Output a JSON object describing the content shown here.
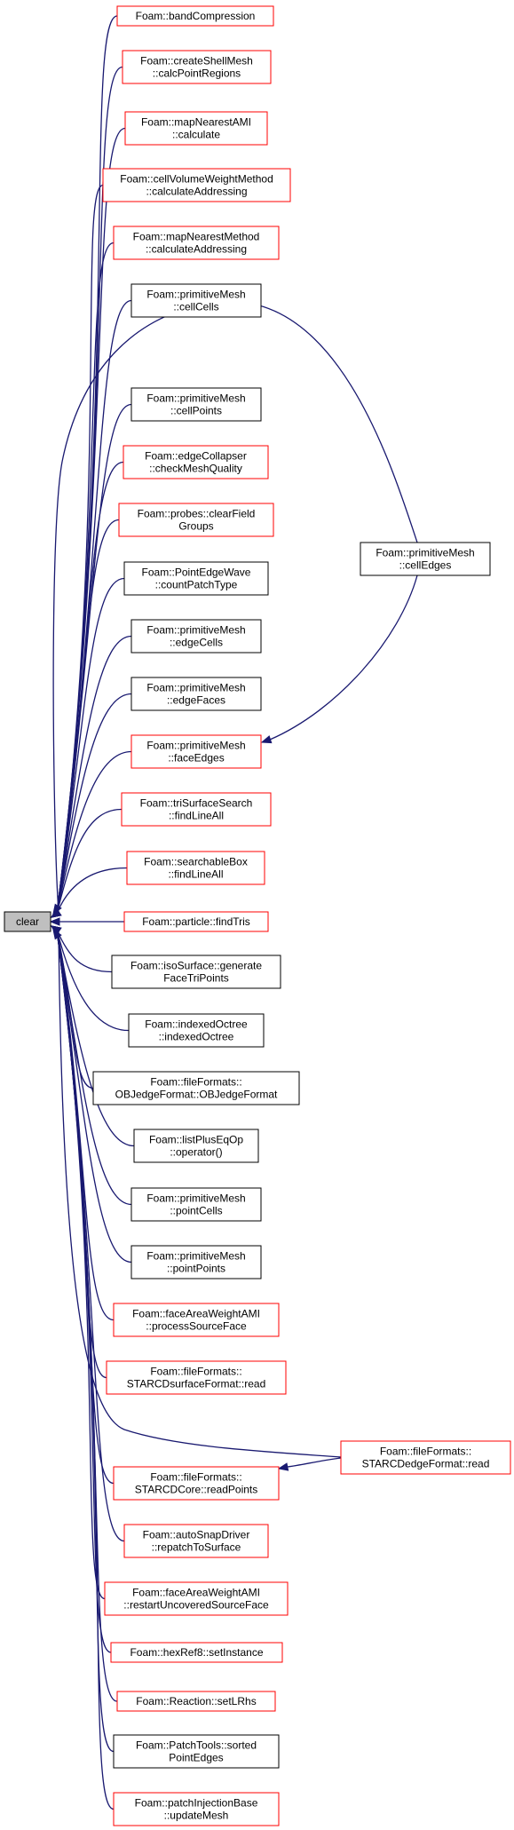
{
  "diagram": {
    "type": "call-graph",
    "colors": {
      "edge": "#191970",
      "linked_border": "#ff0000",
      "plain_border": "#000000",
      "root_fill": "#bfbfbf"
    },
    "root": {
      "id": "clear",
      "label": "clear"
    },
    "nodes": [
      {
        "id": "n1",
        "lines": [
          "Foam::bandCompression"
        ],
        "border": "red"
      },
      {
        "id": "n2",
        "lines": [
          "Foam::createShellMesh",
          "::calcPointRegions"
        ],
        "border": "red"
      },
      {
        "id": "n3",
        "lines": [
          "Foam::mapNearestAMI",
          "::calculate"
        ],
        "border": "red"
      },
      {
        "id": "n4",
        "lines": [
          "Foam::cellVolumeWeightMethod",
          "::calculateAddressing"
        ],
        "border": "red"
      },
      {
        "id": "n5",
        "lines": [
          "Foam::mapNearestMethod",
          "::calculateAddressing"
        ],
        "border": "red"
      },
      {
        "id": "n6",
        "lines": [
          "Foam::primitiveMesh",
          "::cellCells"
        ],
        "border": "black"
      },
      {
        "id": "n7",
        "lines": [
          "Foam::primitiveMesh",
          "::cellPoints"
        ],
        "border": "black"
      },
      {
        "id": "n8",
        "lines": [
          "Foam::edgeCollapser",
          "::checkMeshQuality"
        ],
        "border": "red"
      },
      {
        "id": "n9",
        "lines": [
          "Foam::probes::clearField",
          "Groups"
        ],
        "border": "red"
      },
      {
        "id": "n10",
        "lines": [
          "Foam::PointEdgeWave",
          "::countPatchType"
        ],
        "border": "black"
      },
      {
        "id": "n11",
        "lines": [
          "Foam::primitiveMesh",
          "::edgeCells"
        ],
        "border": "black"
      },
      {
        "id": "n12",
        "lines": [
          "Foam::primitiveMesh",
          "::edgeFaces"
        ],
        "border": "black"
      },
      {
        "id": "n13",
        "lines": [
          "Foam::primitiveMesh",
          "::faceEdges"
        ],
        "border": "red"
      },
      {
        "id": "n14",
        "lines": [
          "Foam::triSurfaceSearch",
          "::findLineAll"
        ],
        "border": "red"
      },
      {
        "id": "n15",
        "lines": [
          "Foam::searchableBox",
          "::findLineAll"
        ],
        "border": "red"
      },
      {
        "id": "n16",
        "lines": [
          "Foam::particle::findTris"
        ],
        "border": "red"
      },
      {
        "id": "n17",
        "lines": [
          "Foam::isoSurface::generate",
          "FaceTriPoints"
        ],
        "border": "black"
      },
      {
        "id": "n18",
        "lines": [
          "Foam::indexedOctree",
          "::indexedOctree"
        ],
        "border": "black"
      },
      {
        "id": "n19",
        "lines": [
          "Foam::fileFormats::",
          "OBJedgeFormat::OBJedgeFormat"
        ],
        "border": "black"
      },
      {
        "id": "n20",
        "lines": [
          "Foam::listPlusEqOp",
          "::operator()"
        ],
        "border": "black"
      },
      {
        "id": "n21",
        "lines": [
          "Foam::primitiveMesh",
          "::pointCells"
        ],
        "border": "black"
      },
      {
        "id": "n22",
        "lines": [
          "Foam::primitiveMesh",
          "::pointPoints"
        ],
        "border": "black"
      },
      {
        "id": "n23",
        "lines": [
          "Foam::faceAreaWeightAMI",
          "::processSourceFace"
        ],
        "border": "red"
      },
      {
        "id": "n24",
        "lines": [
          "Foam::fileFormats::",
          "STARCDsurfaceFormat::read"
        ],
        "border": "red"
      },
      {
        "id": "n25",
        "lines": [
          "Foam::fileFormats::",
          "STARCDCore::readPoints"
        ],
        "border": "red"
      },
      {
        "id": "n26",
        "lines": [
          "Foam::autoSnapDriver",
          "::repatchToSurface"
        ],
        "border": "red"
      },
      {
        "id": "n27",
        "lines": [
          "Foam::faceAreaWeightAMI",
          "::restartUncoveredSourceFace"
        ],
        "border": "red"
      },
      {
        "id": "n28",
        "lines": [
          "Foam::hexRef8::setInstance"
        ],
        "border": "red"
      },
      {
        "id": "n29",
        "lines": [
          "Foam::Reaction::setLRhs"
        ],
        "border": "red"
      },
      {
        "id": "n30",
        "lines": [
          "Foam::PatchTools::sorted",
          "PointEdges"
        ],
        "border": "black"
      },
      {
        "id": "n31",
        "lines": [
          "Foam::patchInjectionBase",
          "::updateMesh"
        ],
        "border": "red"
      },
      {
        "id": "n32",
        "lines": [
          "Foam::primitiveMesh",
          "::cellEdges"
        ],
        "border": "black"
      },
      {
        "id": "n33",
        "lines": [
          "Foam::fileFormats::",
          "STARCDedgeFormat::read"
        ],
        "border": "red"
      }
    ],
    "edges": [
      {
        "from": "n1",
        "to": "clear"
      },
      {
        "from": "n2",
        "to": "clear"
      },
      {
        "from": "n3",
        "to": "clear"
      },
      {
        "from": "n4",
        "to": "clear"
      },
      {
        "from": "n5",
        "to": "clear"
      },
      {
        "from": "n6",
        "to": "clear"
      },
      {
        "from": "n7",
        "to": "clear"
      },
      {
        "from": "n8",
        "to": "clear"
      },
      {
        "from": "n9",
        "to": "clear"
      },
      {
        "from": "n10",
        "to": "clear"
      },
      {
        "from": "n11",
        "to": "clear"
      },
      {
        "from": "n12",
        "to": "clear"
      },
      {
        "from": "n13",
        "to": "clear"
      },
      {
        "from": "n14",
        "to": "clear"
      },
      {
        "from": "n15",
        "to": "clear"
      },
      {
        "from": "n16",
        "to": "clear"
      },
      {
        "from": "n17",
        "to": "clear"
      },
      {
        "from": "n18",
        "to": "clear"
      },
      {
        "from": "n19",
        "to": "clear"
      },
      {
        "from": "n20",
        "to": "clear"
      },
      {
        "from": "n21",
        "to": "clear"
      },
      {
        "from": "n22",
        "to": "clear"
      },
      {
        "from": "n23",
        "to": "clear"
      },
      {
        "from": "n24",
        "to": "clear"
      },
      {
        "from": "n25",
        "to": "clear"
      },
      {
        "from": "n26",
        "to": "clear"
      },
      {
        "from": "n27",
        "to": "clear"
      },
      {
        "from": "n28",
        "to": "clear"
      },
      {
        "from": "n29",
        "to": "clear"
      },
      {
        "from": "n30",
        "to": "clear"
      },
      {
        "from": "n31",
        "to": "clear"
      },
      {
        "from": "n32",
        "to": "clear"
      },
      {
        "from": "n32",
        "to": "n13"
      },
      {
        "from": "n33",
        "to": "clear"
      },
      {
        "from": "n33",
        "to": "n25"
      }
    ]
  }
}
